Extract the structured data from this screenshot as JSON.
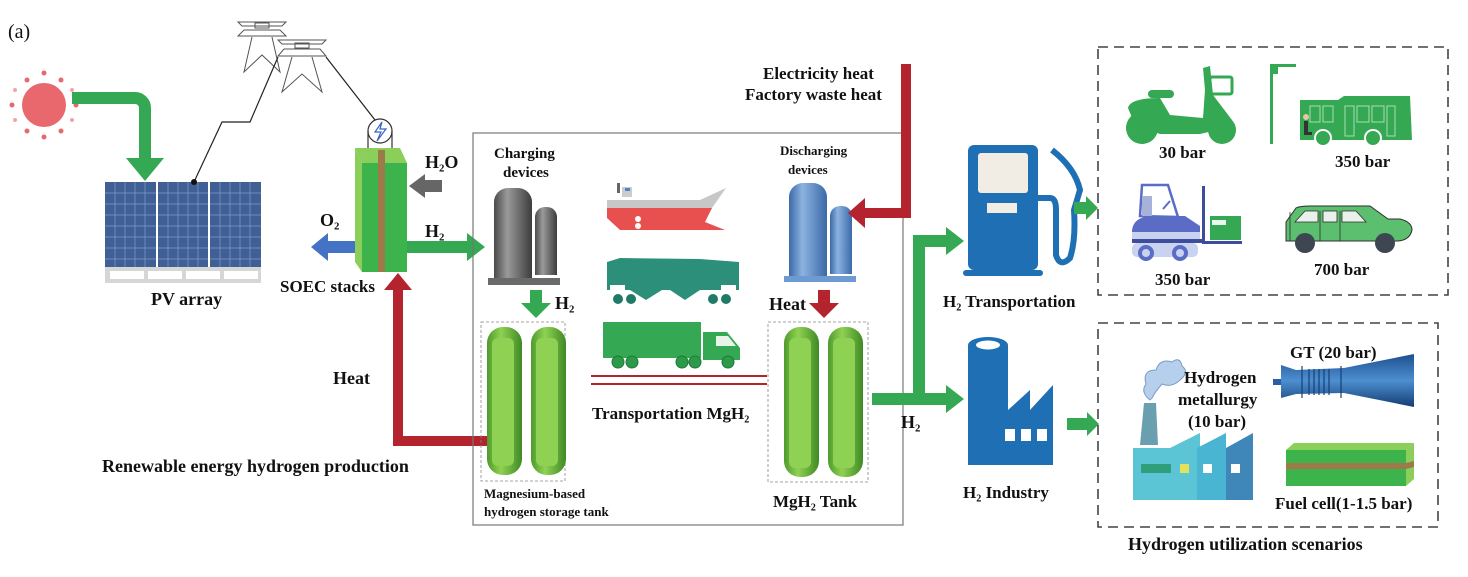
{
  "figure": {
    "panel_tag": "(a)",
    "colors": {
      "h2_flow": "#34a853",
      "heat_flow": "#b3242f",
      "o2_flow": "#4472c4",
      "water_flow": "#666666",
      "sun": "#e8686e",
      "pv_panel": "#3f5f95",
      "icon_blue": "#1f6fb5",
      "soec_green": "#3cb44b",
      "soec_light": "#8bcf5a",
      "soec_band": "#9c7a4a"
    }
  },
  "production": {
    "sun_icon": "sun-icon",
    "pv_label": "PV array",
    "soec_label": "SOEC stacks",
    "h2o_label": "H₂O",
    "o2_label": "O₂",
    "h2_label": "H₂",
    "heat_label": "Heat",
    "section_label": "Renewable energy hydrogen production"
  },
  "storage": {
    "charging_label_1": "Charging",
    "charging_label_2": "devices",
    "charging_h2_label": "H₂",
    "mg_tank_label_1": "Magnesium-based",
    "mg_tank_label_2": "hydrogen storage tank",
    "transport_label": "Transportation MgH₂",
    "discharging_label_1": "Discharging",
    "discharging_label_2": "devices",
    "discharge_heat_label": "Heat",
    "mgh2_tank_label": "MgH₂ Tank",
    "heat_source_1": "Electricity heat",
    "heat_source_2": "Factory waste heat",
    "outlet_h2_label": "H₂"
  },
  "distribution": {
    "transport_label": "H₂ Transportation",
    "industry_label": "H₂ Industry"
  },
  "transport_scenarios": [
    {
      "name": "electric-scooter",
      "pressure": "30 bar"
    },
    {
      "name": "bus",
      "pressure": "350 bar"
    },
    {
      "name": "forklift",
      "pressure": "350 bar"
    },
    {
      "name": "car",
      "pressure": "700 bar"
    }
  ],
  "industry_scenarios": {
    "metallurgy_1": "Hydrogen",
    "metallurgy_2": "metallurgy",
    "metallurgy_3": "(10 bar)",
    "gt": "GT (20 bar)",
    "fuel_cell": "Fuel cell(1-1.5 bar)",
    "section_label": "Hydrogen utilization scenarios"
  }
}
